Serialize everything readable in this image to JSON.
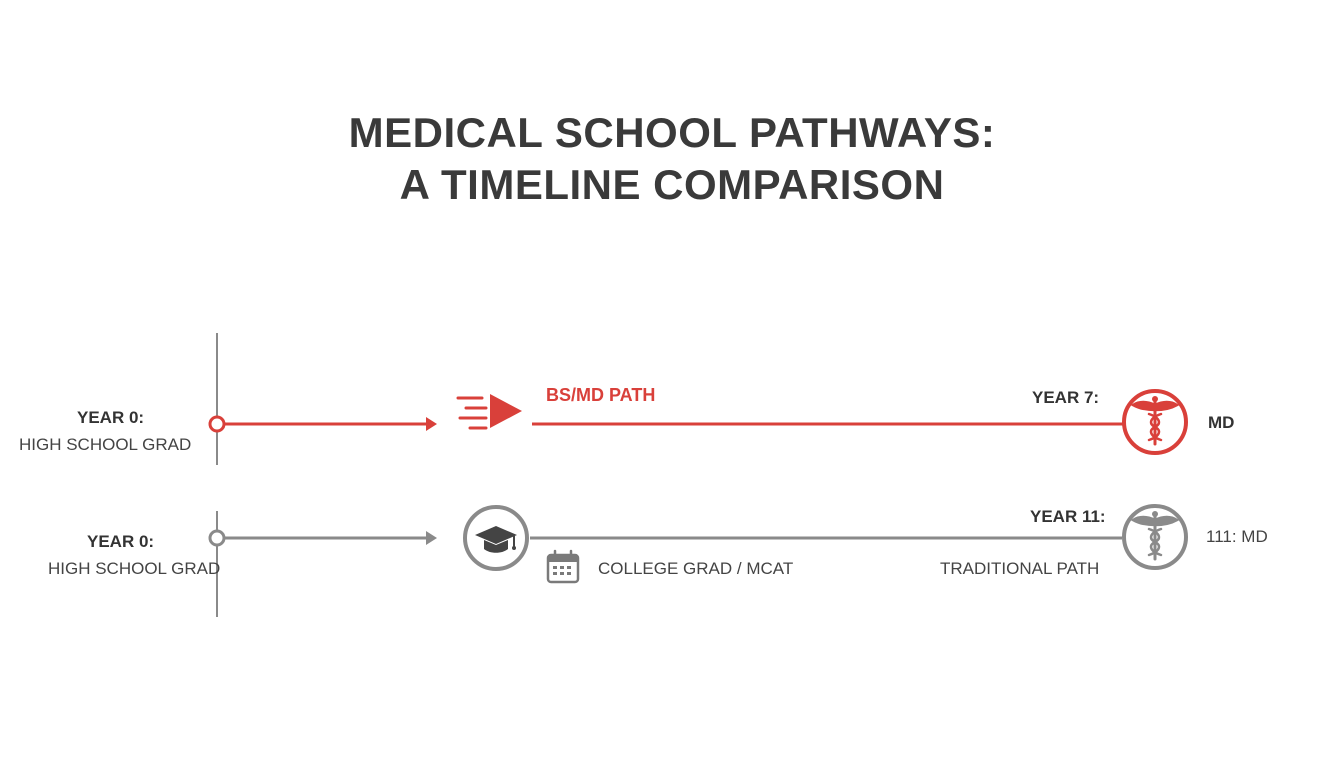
{
  "title": {
    "line1": "MEDICAL SCHOOL PATHWAYS:",
    "line2": "A TIMELINE COMPARISON"
  },
  "bsmd": {
    "start_year": "YEAR 0:",
    "start_label": "HIGH SCHOOL GRAD",
    "path_label": "BS/MD PATH",
    "end_year": "YEAR 7:",
    "end_label": "MD",
    "color": "#d9403a",
    "icons": [
      "fast-forward-icon",
      "caduceus-icon"
    ]
  },
  "traditional": {
    "start_year": "YEAR 0:",
    "start_label": "HIGH SCHOOL GRAD",
    "milestone_label": "COLLEGE GRAD / MCAT",
    "path_label": "TRADITIONAL PATH",
    "end_year": "YEAR 11:",
    "end_label": "111: MD",
    "color": "#8a8a8a",
    "icons": [
      "graduation-cap-icon",
      "calendar-icon",
      "caduceus-icon"
    ]
  }
}
